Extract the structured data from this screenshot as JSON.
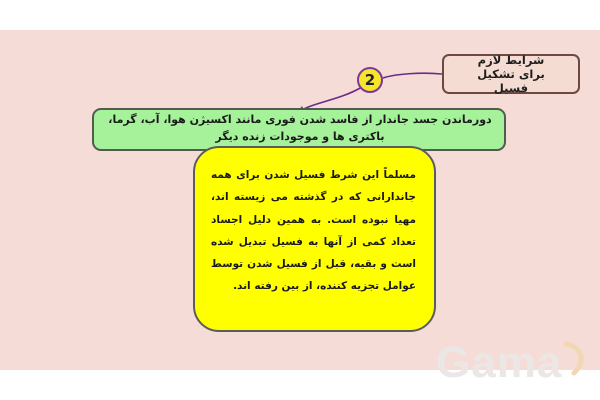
{
  "title_box": {
    "text": "شرایط لازم برای تشکیل فسیل"
  },
  "step_badge": {
    "number": "2"
  },
  "condition_box": {
    "text": "دورماندن جسد جاندار از فاسد شدن فوری مانند اکسیژن هوا، آب، گرما، باکتری ها و موجودات زنده دیگر"
  },
  "explanation_box": {
    "text": "مسلماً این شرط فسیل شدن برای همه جاندارانی که در گذشته می زیسته اند، مهیا نبوده است. به همین دلیل اجساد تعداد کمی از آنها به فسیل تبدیل شده است و بقیه، قبل از فسیل شدن توسط عوامل تجزیه کننده، از بین رفته اند."
  },
  "watermark": {
    "text": "Gama"
  },
  "colors": {
    "slide_background": "#f6dcd6",
    "title_fill": "#f4dcd3",
    "badge_fill": "#f6e52a",
    "connector": "#6a2c8c",
    "condition_fill": "#a6f29a",
    "explanation_fill": "#ffff00"
  }
}
